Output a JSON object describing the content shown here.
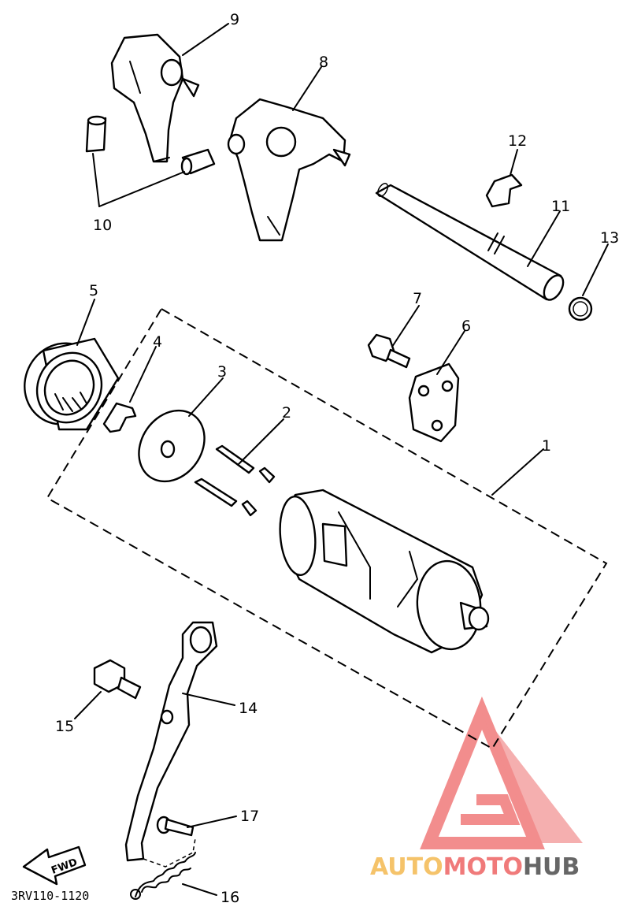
{
  "callouts": {
    "c1": "1",
    "c2": "2",
    "c3": "3",
    "c4": "4",
    "c5": "5",
    "c6": "6",
    "c7": "7",
    "c8": "8",
    "c9": "9",
    "c10": "10",
    "c11": "11",
    "c12": "12",
    "c13": "13",
    "c14": "14",
    "c15": "15",
    "c16": "16",
    "c17": "17"
  },
  "fwd_arrow": {
    "label": "FWD"
  },
  "diagram_code": "3RV110-1120",
  "watermark": {
    "part1": "AUTO",
    "part2": "MOTO",
    "part3": "HUB",
    "colors": {
      "primary": "#f07a7a",
      "secondary": "#f5c36a",
      "dark": "#666666"
    }
  }
}
